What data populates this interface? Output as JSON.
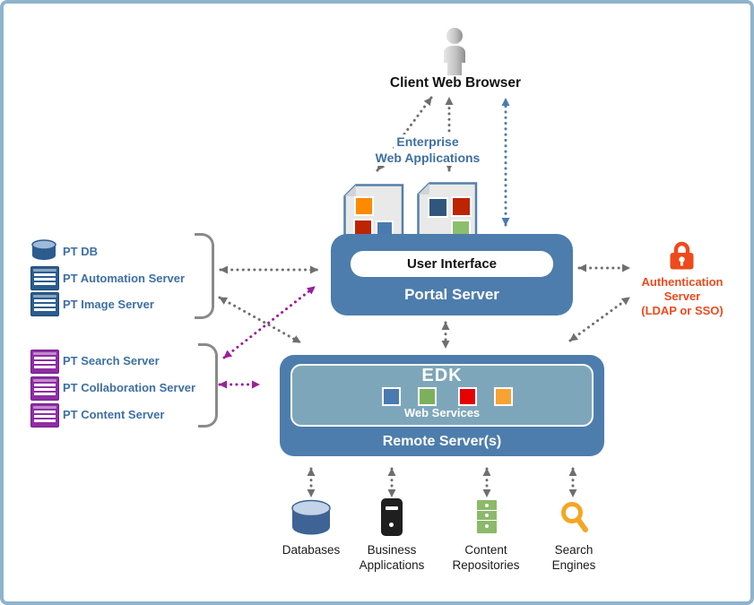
{
  "colors": {
    "frame_border": "#8fb3cc",
    "box_blue": "#4d7dad",
    "edk_fill": "#7ea6ba",
    "label_blue": "#3d6fa5",
    "auth_orange": "#ee4a1c",
    "arrow_gray": "#6f6f6f",
    "arrow_blue": "#4a7ab0",
    "arrow_purple": "#9c1f9c",
    "edk_square_blue": "#4a7ab0",
    "edk_square_green": "#7cb05c",
    "edk_square_red": "#e60000",
    "edk_square_orange": "#f7a233"
  },
  "client": {
    "label": "Client Web Browser",
    "icon": "person-icon"
  },
  "enterprise_apps": {
    "lines": [
      "Enterprise",
      "Web Applications"
    ],
    "icon": "web-app-icon"
  },
  "portal": {
    "title": "Portal Server",
    "ui_label": "User Interface"
  },
  "pt_servers_top": [
    {
      "label": "PT DB",
      "icon": "database-icon"
    },
    {
      "label": "PT Automation Server",
      "icon": "server-icon"
    },
    {
      "label": "PT Image Server",
      "icon": "server-icon"
    }
  ],
  "pt_servers_bottom": [
    {
      "label": "PT Search Server",
      "icon": "server-icon"
    },
    {
      "label": "PT Collaboration Server",
      "icon": "server-icon"
    },
    {
      "label": "PT Content Server",
      "icon": "server-icon"
    }
  ],
  "auth": {
    "lines": [
      "Authentication",
      "Server",
      "(LDAP or SSO)"
    ],
    "icon": "lock-icon"
  },
  "remote": {
    "title": "Remote Server(s)",
    "edk": "EDK",
    "web_services": "Web Services"
  },
  "backend": [
    {
      "lines": [
        "Databases",
        ""
      ],
      "icon": "database-cylinder-icon"
    },
    {
      "lines": [
        "Business",
        "Applications"
      ],
      "icon": "tower-server-icon"
    },
    {
      "lines": [
        "Content",
        "Repositories"
      ],
      "icon": "rack-server-icon"
    },
    {
      "lines": [
        "Search",
        "Engines"
      ],
      "icon": "magnifier-icon"
    }
  ],
  "connections": [
    {
      "from": "enterprise-web-app-1",
      "to": "client-web-browser",
      "color": "gray",
      "bidirectional": true
    },
    {
      "from": "enterprise-web-app-2",
      "to": "client-web-browser",
      "color": "gray",
      "bidirectional": true
    },
    {
      "from": "portal-server",
      "to": "client-web-browser",
      "color": "blue",
      "bidirectional": true
    },
    {
      "from": "pt-core-servers",
      "to": "portal-server",
      "color": "gray",
      "bidirectional": true
    },
    {
      "from": "pt-core-servers",
      "to": "remote-servers",
      "color": "gray",
      "bidirectional": true
    },
    {
      "from": "pt-content-servers",
      "to": "portal-server",
      "color": "purple",
      "bidirectional": true
    },
    {
      "from": "pt-content-servers",
      "to": "remote-servers",
      "color": "purple",
      "bidirectional": true
    },
    {
      "from": "portal-server",
      "to": "remote-servers",
      "color": "gray",
      "bidirectional": true
    },
    {
      "from": "portal-server",
      "to": "authentication-server",
      "color": "gray",
      "bidirectional": true
    },
    {
      "from": "remote-servers",
      "to": "authentication-server",
      "color": "gray",
      "bidirectional": true
    },
    {
      "from": "remote-servers",
      "to": "databases",
      "color": "gray",
      "bidirectional": true
    },
    {
      "from": "remote-servers",
      "to": "business-applications",
      "color": "gray",
      "bidirectional": true
    },
    {
      "from": "remote-servers",
      "to": "content-repositories",
      "color": "gray",
      "bidirectional": true
    },
    {
      "from": "remote-servers",
      "to": "search-engines",
      "color": "gray",
      "bidirectional": true
    }
  ]
}
